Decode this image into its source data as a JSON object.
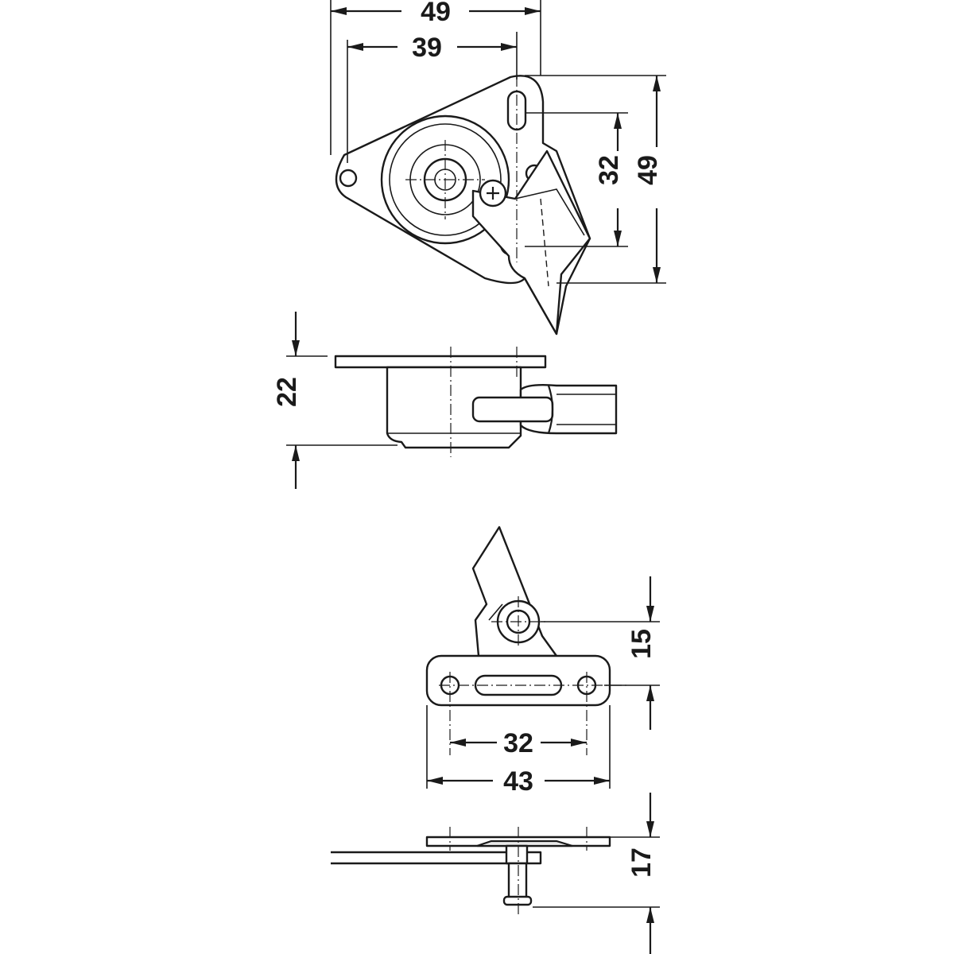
{
  "dimensions": {
    "top_view": {
      "overall_width": "49",
      "inner_width": "39",
      "hole_spacing": "32",
      "overall_height": "49"
    },
    "side_view": {
      "height": "22"
    },
    "bracket_view": {
      "hole_spacing": "32",
      "overall_width": "43",
      "pivot_offset": "15"
    },
    "bottom_view": {
      "height": "17"
    }
  }
}
